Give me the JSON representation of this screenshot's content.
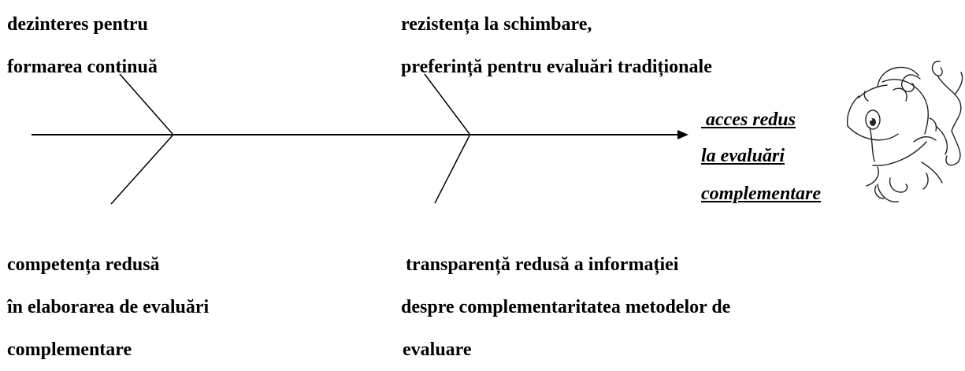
{
  "causes": {
    "top_left": [
      "dezinteres pentru",
      "formarea continuă"
    ],
    "top_right": [
      "rezistența la schimbare,",
      "preferință pentru evaluări tradiționale"
    ],
    "bottom_left": [
      "competența redusă",
      "în elaborarea de evaluări",
      "complementare"
    ],
    "bottom_right": [
      "transparență redusă a informației",
      "despre complementaritatea metodelor de",
      "evaluare"
    ]
  },
  "effect": [
    "acces redus",
    "la evaluări",
    "complementare"
  ],
  "icons": {
    "head": "fish-icon"
  }
}
